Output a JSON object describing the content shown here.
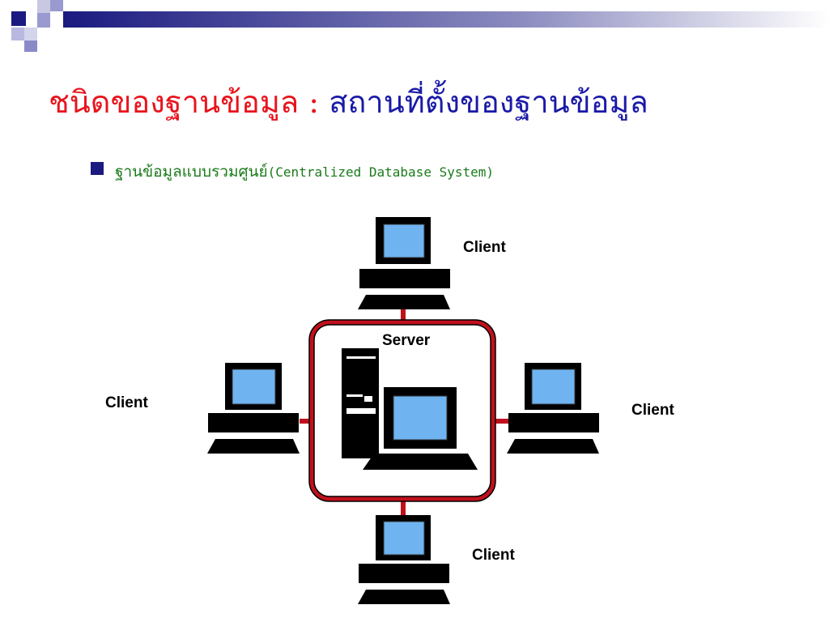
{
  "slide": {
    "title_part1": "ชนิดของฐานข้อมูล :",
    "title_part2": "สถานที่ตั้งของฐานข้อมูล",
    "bullet_thai": "ฐานข้อมูลแบบรวมศูนย์",
    "bullet_en": "(Centralized Database System)"
  },
  "diagram": {
    "server_label": "Server",
    "client_top": "Client",
    "client_left": "Client",
    "client_right": "Client",
    "client_bottom": "Client"
  },
  "colors": {
    "title_red": "#e8141c",
    "title_blue": "#1a1aa8",
    "bullet_green": "#1a7a1a",
    "bullet_square": "#1a1a80",
    "network_red": "#c0101c",
    "screen_blue": "#6fb4f0"
  }
}
